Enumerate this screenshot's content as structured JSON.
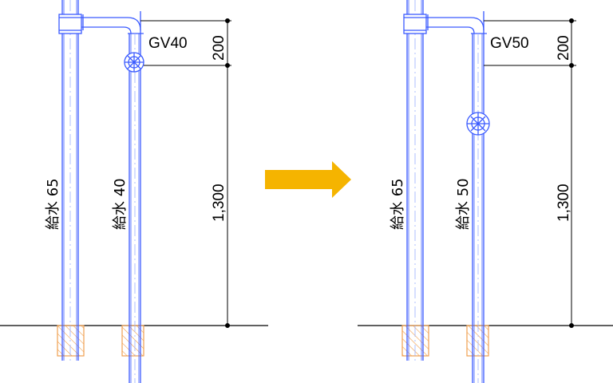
{
  "colors": {
    "pipe": "#3b5bff",
    "pipe_center": "#9ab0ff",
    "dim_line": "#000000",
    "hatch": "#f0a050",
    "arrow": "#f5b400"
  },
  "before": {
    "pipe_main_label": "給水 65",
    "pipe_branch_label": "給水 40",
    "valve_label": "GV40",
    "dim_upper": "200",
    "dim_lower": "1,300"
  },
  "after": {
    "pipe_main_label": "給水 65",
    "pipe_branch_label": "給水 50",
    "valve_label": "GV50",
    "dim_upper": "200",
    "dim_lower": "1,300"
  },
  "arrow": {
    "icon": "right-arrow-icon"
  }
}
